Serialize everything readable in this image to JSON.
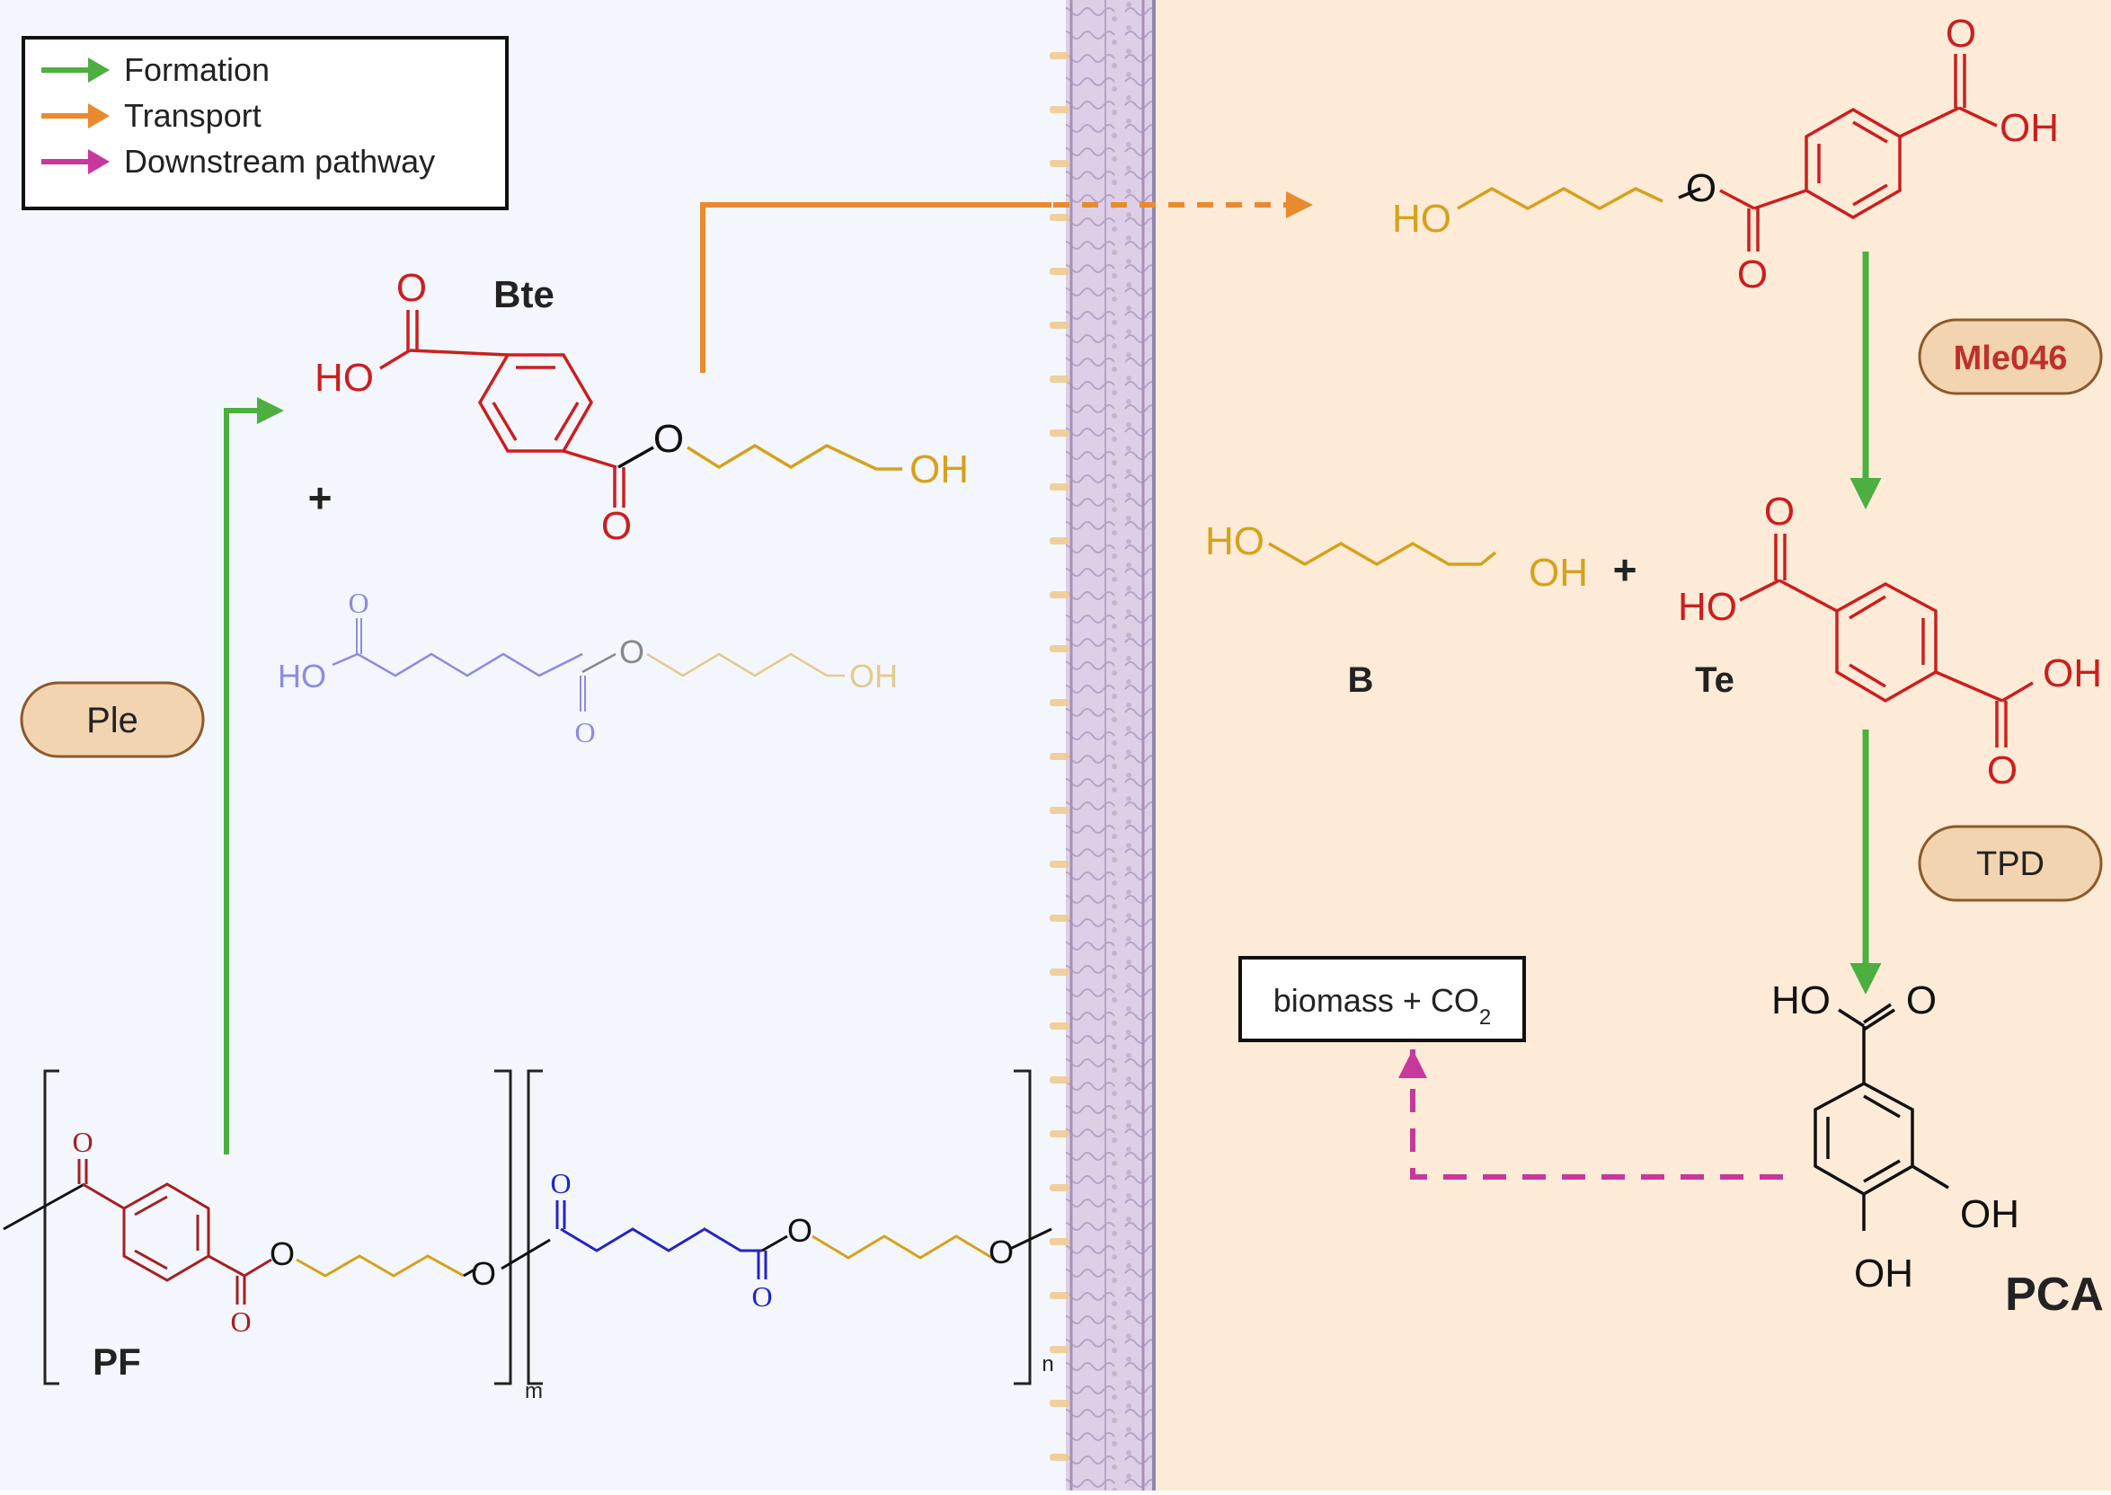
{
  "legend": {
    "items": [
      {
        "label": "Formation",
        "color": "#4caf3f"
      },
      {
        "label": "Transport",
        "color": "#ea8a2e"
      },
      {
        "label": "Downstream pathway",
        "color": "#c8379b"
      }
    ]
  },
  "enzymes": {
    "ple": "Ple",
    "mle046": "Mle046",
    "tpd": "TPD"
  },
  "compounds": {
    "bte": "Bte",
    "b": "B",
    "te": "Te",
    "pca": "PCA",
    "pf": "PF"
  },
  "atoms": {
    "o": "O",
    "ho": "HO",
    "oh": "OH"
  },
  "subscripts": {
    "m": "m",
    "n": "n"
  },
  "operators": {
    "plus": "+"
  },
  "product_box": {
    "text": "biomass + CO",
    "subscript": "2"
  },
  "colors": {
    "extracellular_bg": "#f4f6fe",
    "intracellular_bg": "#fdebd8",
    "membrane": "#cdb4d8",
    "terephthalate": "#cc1e1e",
    "butanediol": "#d4a21c",
    "adipate_light": "#8c8ce0",
    "adipate": "#2424c8",
    "pf_red": "#a81e1e",
    "enzyme_fill": "#f3d4b0",
    "enzyme_stroke": "#8b5a2b",
    "mle046_text": "#c0302a"
  }
}
